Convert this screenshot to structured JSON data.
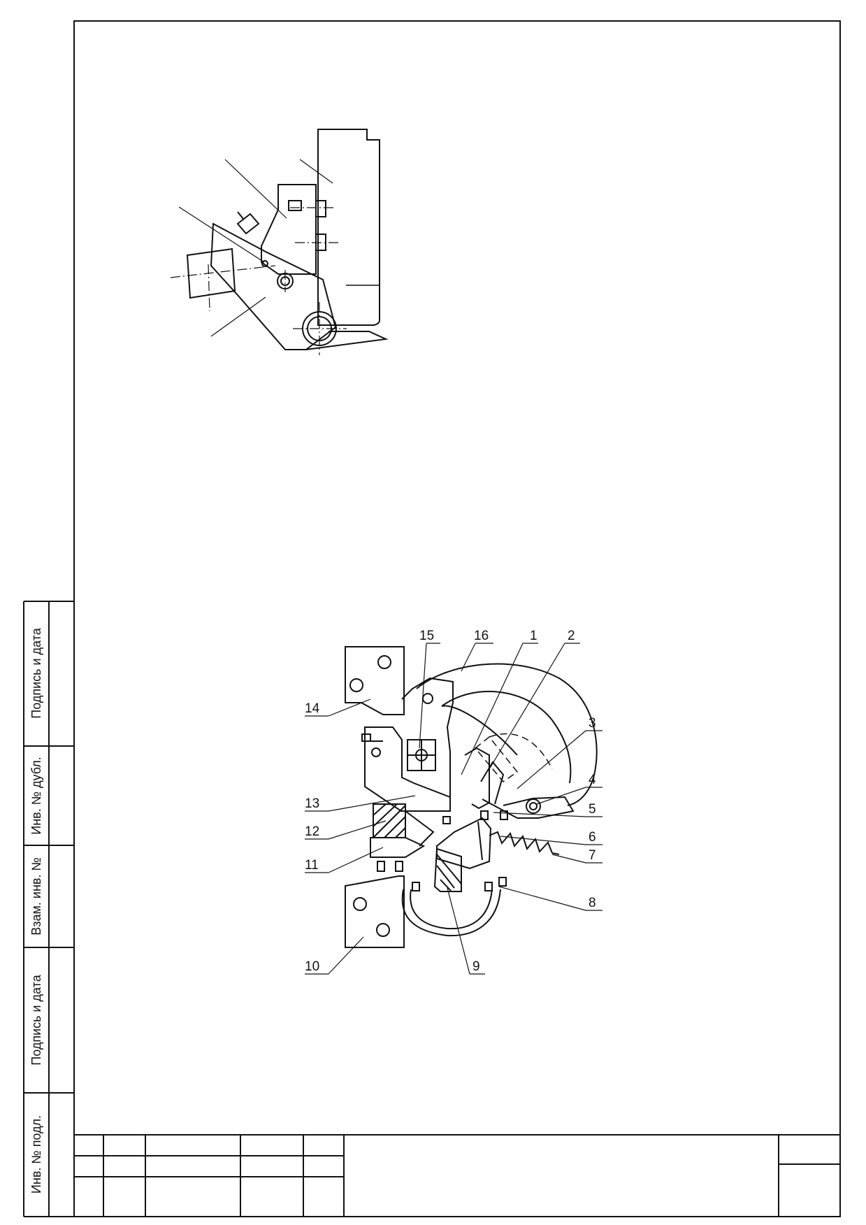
{
  "side_stamp": {
    "labels": [
      "Подпись и дата",
      "Инв. № дубл.",
      "Взам. инв. №",
      "Подпись и дата",
      "Инв. № подл."
    ]
  },
  "figure2": {
    "callouts": [
      "1",
      "2",
      "3",
      "4",
      "5",
      "6",
      "7",
      "8",
      "9",
      "10",
      "11",
      "12",
      "13",
      "14",
      "15",
      "16"
    ]
  },
  "colors": {
    "ink": "#111111",
    "paper": "#ffffff"
  }
}
